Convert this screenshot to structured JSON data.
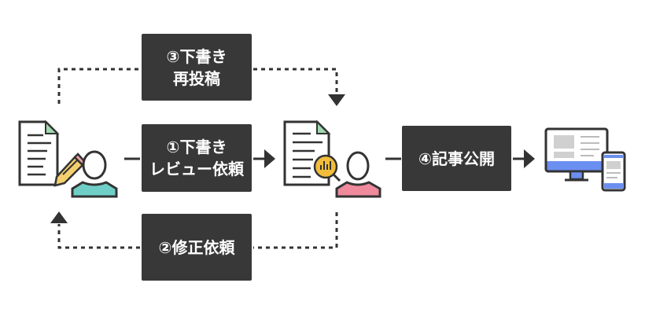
{
  "steps": [
    {
      "id": 1,
      "line1": "①下書き",
      "line2": "レビュー依頼"
    },
    {
      "id": 2,
      "line1": "②修正依頼"
    },
    {
      "id": 3,
      "line1": "③下書き",
      "line2": "再投稿"
    },
    {
      "id": 4,
      "line1": "④記事公開"
    }
  ],
  "colors": {
    "box": "#383838",
    "writer": "#6fcfc6",
    "reviewer": "#ee8a9c",
    "pencil": "#f5cf6e",
    "magnifier": "#f2bd3c",
    "screen": "#6b8ff0",
    "doc_corner": "#9fd9b0",
    "line": "#333333"
  },
  "icons": [
    "writer-document-pencil-icon",
    "writer-person-icon",
    "reviewer-document-magnifier-icon",
    "reviewer-person-icon",
    "monitor-icon",
    "smartphone-icon"
  ]
}
